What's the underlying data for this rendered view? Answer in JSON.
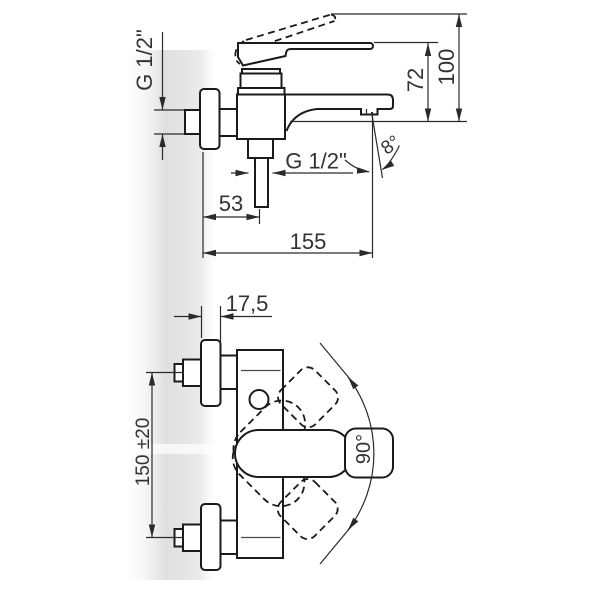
{
  "drawing": {
    "title": "Wall-mounted bath mixer — dimensional drawing",
    "side_view": {
      "labels": {
        "wall_thread": "G 1/2\"",
        "outlet_thread": "G 1/2\"",
        "handle_height": "72",
        "total_height": "100",
        "spout_angle": "8°",
        "outlet_offset": "53",
        "total_depth": "155"
      }
    },
    "front_view": {
      "labels": {
        "escutcheon_depth": "17,5",
        "port_spacing": "150 ±20",
        "handle_swing": "90°"
      }
    }
  }
}
